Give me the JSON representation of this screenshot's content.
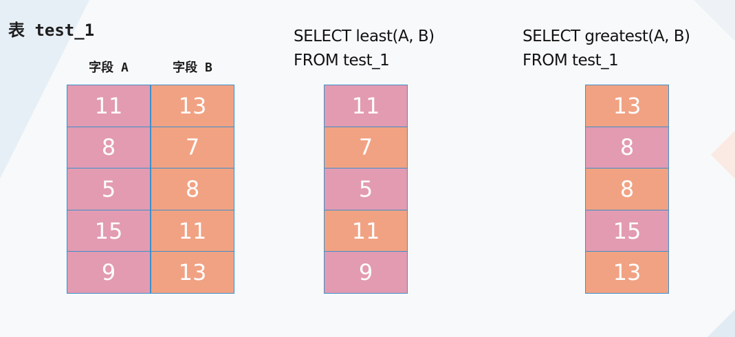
{
  "title": "表 test_1",
  "table": {
    "headers": [
      "字段 A",
      "字段 B"
    ],
    "column_a": [
      "11",
      "8",
      "5",
      "15",
      "9"
    ],
    "column_b": [
      "13",
      "7",
      "8",
      "11",
      "13"
    ]
  },
  "least": {
    "query_line1": "SELECT least(A, B)",
    "query_line2": "FROM test_1",
    "results": [
      {
        "value": "11",
        "color": "pink"
      },
      {
        "value": "7",
        "color": "orange"
      },
      {
        "value": "5",
        "color": "pink"
      },
      {
        "value": "11",
        "color": "orange"
      },
      {
        "value": "9",
        "color": "pink"
      }
    ]
  },
  "greatest": {
    "query_line1": "SELECT greatest(A, B)",
    "query_line2": "FROM test_1",
    "results": [
      {
        "value": "13",
        "color": "orange"
      },
      {
        "value": "8",
        "color": "pink"
      },
      {
        "value": "8",
        "color": "orange"
      },
      {
        "value": "15",
        "color": "pink"
      },
      {
        "value": "13",
        "color": "orange"
      }
    ]
  },
  "colors": {
    "field_a": "#e29bb1",
    "field_b": "#f1a283",
    "cell_border": "#3d8fc9"
  }
}
